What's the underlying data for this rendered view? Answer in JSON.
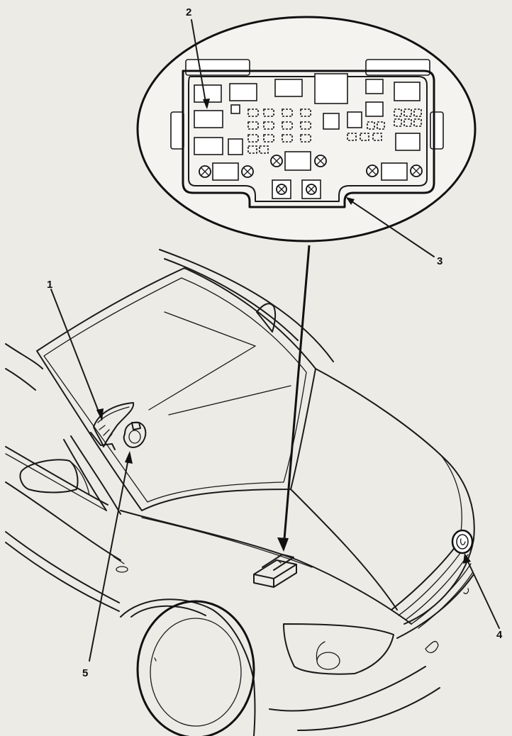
{
  "diagram": {
    "callouts": [
      {
        "id": "1",
        "label": "1"
      },
      {
        "id": "2",
        "label": "2"
      },
      {
        "id": "3",
        "label": "3"
      },
      {
        "id": "4",
        "label": "4"
      },
      {
        "id": "5",
        "label": "5"
      }
    ]
  },
  "colors": {
    "background": "#ecebe6",
    "ink": "#1a1a1a",
    "paper": "#ffffff"
  }
}
